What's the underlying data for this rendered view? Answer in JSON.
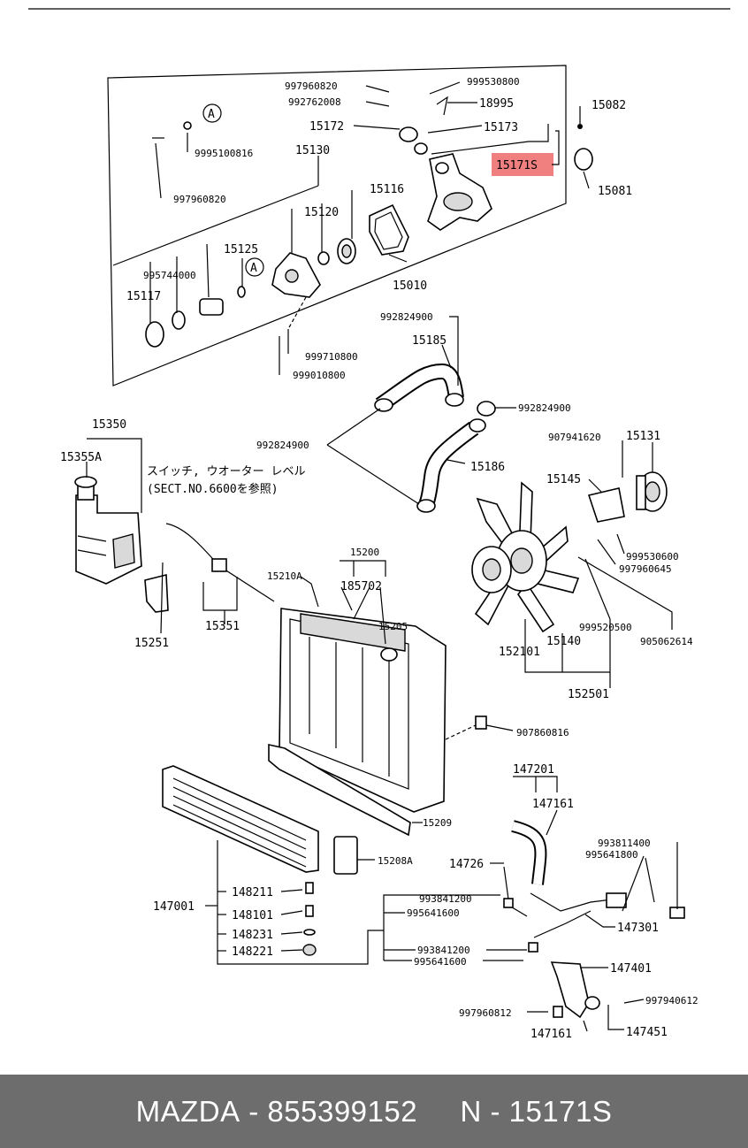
{
  "labels": {
    "l997960820a": "997960820",
    "l999530800": "999530800",
    "l992762008": "992762008",
    "l18995": "18995",
    "l15082": "15082",
    "l15172": "15172",
    "l15173": "15173",
    "l15171s": "15171S",
    "l15081": "15081",
    "l9995100816": "9995100816",
    "l15130": "15130",
    "l15116": "15116",
    "l997960820b": "997960820",
    "l15120": "15120",
    "l15125": "15125",
    "l995744000": "995744000",
    "l15117": "15117",
    "l15010": "15010",
    "l999710800": "999710800",
    "l999010800": "999010800",
    "l992824900a": "992824900",
    "l15185": "15185",
    "l992824900b": "992824900",
    "l992824900c": "992824900",
    "l15186": "15186",
    "l15350": "15350",
    "l15355a": "15355A",
    "jp1": "スイッチ, ウオーター レベル",
    "jp2": "(SECT.NO.6600を参照)",
    "l907941620": "907941620",
    "l15131": "15131",
    "l15145": "15145",
    "l999530600": "999530600",
    "l997960645": "997960645",
    "l15200": "15200",
    "l15210a": "15210A",
    "l185702": "185702",
    "l15205": "15205",
    "l15251": "15251",
    "l15351": "15351",
    "l999520500": "999520500",
    "l905062614": "905062614",
    "l152101": "152101",
    "l15140": "15140",
    "l152501": "152501",
    "l907860816": "907860816",
    "l147201": "147201",
    "l147161a": "147161",
    "l15209": "15209",
    "l993811400": "993811400",
    "l15208a": "15208A",
    "l995641800": "995641800",
    "l14726": "14726",
    "l148211": "148211",
    "l147001": "147001",
    "l993841200a": "993841200",
    "l995641600a": "995641600",
    "l148101": "148101",
    "l147301": "147301",
    "l148231": "148231",
    "l993841200b": "993841200",
    "l148221": "148221",
    "l995641600b": "995641600",
    "l147401": "147401",
    "l997940612": "997940612",
    "l997960812": "997960812",
    "l147161b": "147161",
    "l147451": "147451",
    "circleA1": "A",
    "circleA2": "A"
  },
  "highlight_color": "#f08080",
  "footer": {
    "brand": "MAZDA",
    "part_number": "855399152",
    "code": "N - 15171S"
  }
}
